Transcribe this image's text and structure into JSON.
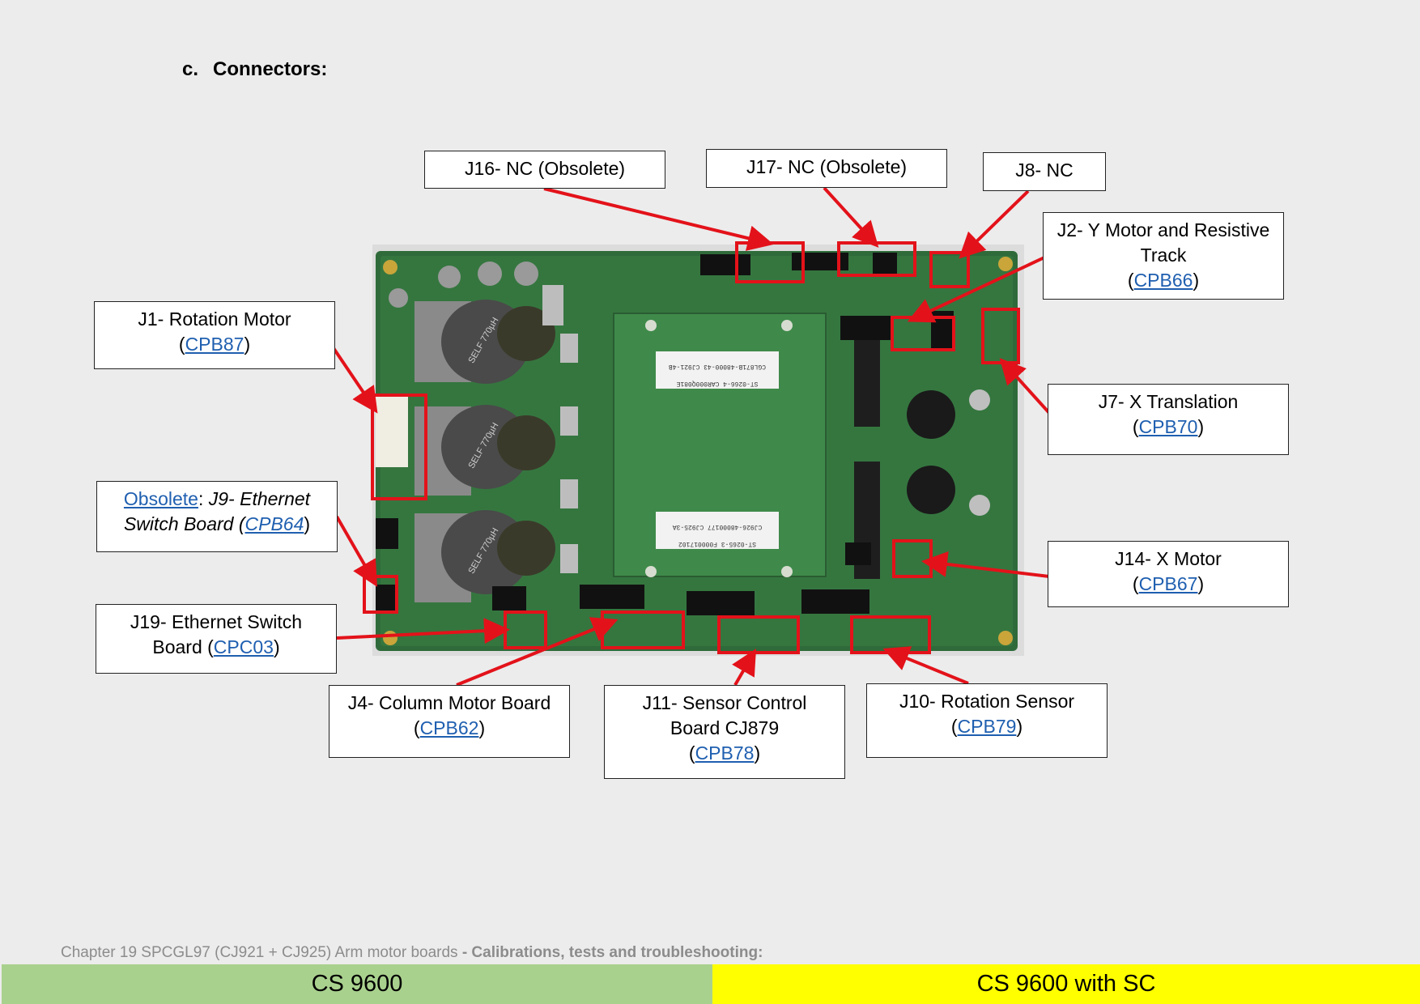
{
  "section": {
    "number": "c.",
    "title": "Connectors:"
  },
  "callouts": {
    "j16": {
      "line1": "J16- NC (Obsolete)"
    },
    "j17": {
      "line1": "J17- NC (Obsolete)"
    },
    "j8": {
      "line1": "J8- NC"
    },
    "j2": {
      "line1": "J2- Y Motor and Resistive",
      "line2": "Track",
      "link": "CPB66"
    },
    "j1": {
      "line1": "J1- Rotation Motor",
      "link": "CPB87"
    },
    "j7": {
      "line1": "J7- X Translation",
      "link": "CPB70"
    },
    "j9": {
      "obsolete": "Obsolete",
      "rest": "J9- Ethernet",
      "line2": "Switch Board (",
      "link": "CPB64"
    },
    "j14": {
      "line1": "J14- X Motor",
      "link": "CPB67"
    },
    "j19": {
      "line1": "J19- Ethernet Switch",
      "line2": "Board (",
      "link": "CPC03"
    },
    "j4": {
      "line1": "J4- Column Motor Board",
      "link": "CPB62"
    },
    "j11": {
      "line1": "J11- Sensor Control",
      "line2": "Board CJ879",
      "link": "CPB78"
    },
    "j10": {
      "line1": "J10- Rotation Sensor",
      "link": "CPB79"
    }
  },
  "board_labels": {
    "inductor": "SELF 770µH",
    "chip_top": "CGL871B-48000-43 CJ921-4B",
    "chip_id_top": "ST-0266-4  CAR000Q081E",
    "chip_bottom": "CJ926-48000177 CJ925-3A",
    "chip_id_bottom": "ST-0265-3  F000017102"
  },
  "footer": {
    "chapter": "Chapter 19 SPCGL97 (CJ921 + CJ925) Arm motor boards",
    "sep1": " - Calibrations, ",
    "tail": "tests and troubleshooting:",
    "tab_a": "CS 9600",
    "tab_b": "CS 9600 with SC"
  },
  "colors": {
    "highlight": "#e3121a",
    "link": "#1f5fb0",
    "pcb": "#2f6b3a",
    "tab_a": "#a9d18e",
    "tab_b": "#ffff00"
  }
}
